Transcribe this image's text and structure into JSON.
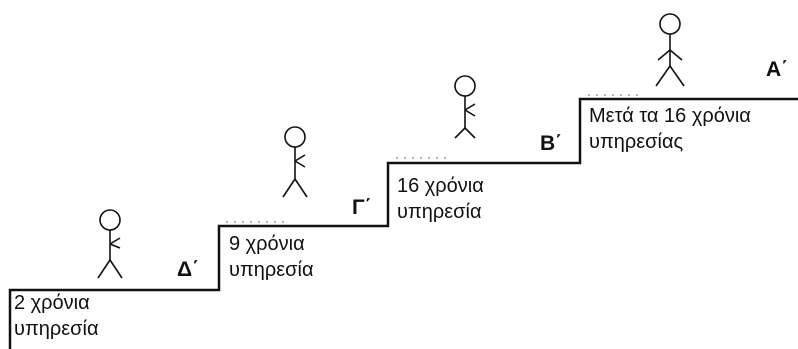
{
  "steps": [
    {
      "line1": "2 χρόνια",
      "line2": "υπηρεσία",
      "grade": ""
    },
    {
      "line1": "9 χρόνια",
      "line2": "υπηρεσία",
      "grade": "Δ΄"
    },
    {
      "line1": "16 χρόνια",
      "line2": "υπηρεσία",
      "grade": "Γ΄"
    },
    {
      "line1": "Μετά τα 16 χρόνια",
      "line2": "υπηρεσίας",
      "grade": "Β΄"
    }
  ],
  "top_grade": "Α΄",
  "colors": {
    "ink": "#111111",
    "background": "#ffffff"
  }
}
